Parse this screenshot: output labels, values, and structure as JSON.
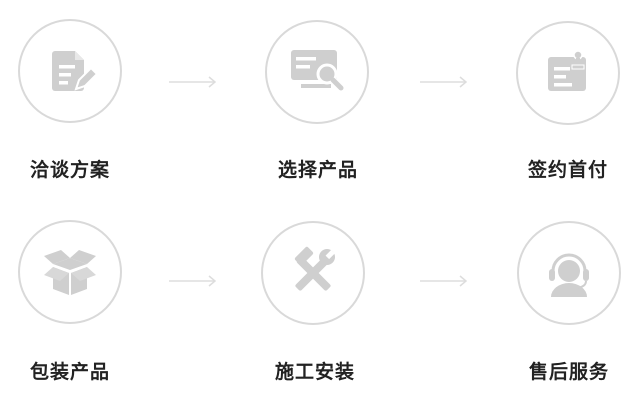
{
  "steps": [
    {
      "label": "洽谈方案",
      "icon": "document-pen-icon"
    },
    {
      "label": "选择产品",
      "icon": "screen-search-icon"
    },
    {
      "label": "签约首付",
      "icon": "contract-stamp-icon"
    },
    {
      "label": "包装产品",
      "icon": "open-box-icon"
    },
    {
      "label": "施工安装",
      "icon": "hammer-wrench-icon"
    },
    {
      "label": "售后服务",
      "icon": "headset-agent-icon"
    }
  ],
  "colors": {
    "icon": "#cfcfcf",
    "circle_border": "#d9d9d9",
    "arrow": "#dddddd",
    "label": "#222222"
  }
}
